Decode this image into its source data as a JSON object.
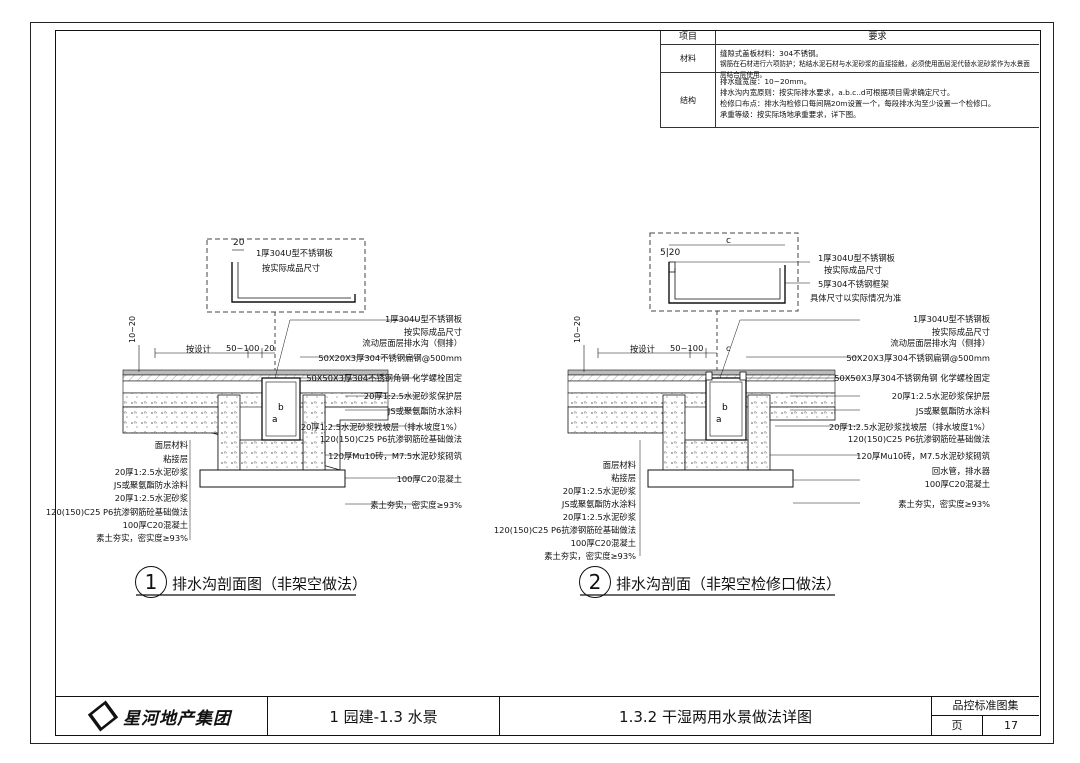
{
  "spec_table": {
    "col_item": "项目",
    "col_req": "要求",
    "rows": [
      {
        "item": "材料",
        "lines": [
          "缝隙式盖板材料：304不锈钢。",
          "钢筋在石材进行六项防护；粘结水泥石材与水泥砂浆的直接接触，必须使用面层泥代替水泥砂浆作为水景面层结合层使用。"
        ]
      },
      {
        "item": "结构",
        "lines": [
          "排水缝宽度：10~20mm。",
          "排水沟内宽原则：按实际排水要求，a.b.c..d可根据项目需求确定尺寸。",
          "检修口布点：排水沟检修口每间隔20m设置一个，每段排水沟至少设置一个检修口。",
          "承重等级：按实际场地承重要求，详下图。"
        ]
      }
    ]
  },
  "detail1": {
    "top_labels": [
      "1厚304U型不锈钢板",
      "按实际成品尺寸"
    ],
    "dims": {
      "d20": "20",
      "d10_20": "10~20",
      "d_design": "按设计",
      "d50_100": "50~100",
      "d20b": "20"
    },
    "right_labels": [
      "1厚304U型不锈钢板",
      "按实际成品尺寸",
      "流动层面层排水沟（侧排）",
      "50X20X3厚304不锈钢扁钢@500mm",
      "50X50X3厚304不锈钢角钢 化学螺栓固定",
      "20厚1:2.5水泥砂浆保护层",
      "JS或聚氨酯防水涂料",
      "20厚1:2.5水泥砂浆找坡层（排水坡度1%）",
      "120(150)C25 P6抗渗钢筋砼基础做法",
      "120厚Mu10砖，M7.5水泥砂浆砌筑",
      "100厚C20混凝土",
      "素土夯实，密实度≥93%"
    ],
    "left_labels": [
      "面层材料",
      "粘接层",
      "20厚1:2.5水泥砂浆",
      "JS或聚氨酯防水涂料",
      "20厚1:2.5水泥砂浆",
      "120(150)C25 P6抗渗钢筋砼基础做法",
      "100厚C20混凝土",
      "素土夯实，密实度≥93%"
    ],
    "caption_num": "1",
    "caption": "排水沟剖面图（非架空做法）"
  },
  "detail2": {
    "top_labels": [
      "1厚304U型不锈钢板",
      "按实际成品尺寸",
      "5厚304不锈钢框架",
      "具体尺寸以实际情况为准"
    ],
    "dims": {
      "d5_20": "5|20",
      "dc": "c",
      "d10_20": "10~20",
      "d_design": "按设计",
      "d50_100": "50~100",
      "dc2": "c"
    },
    "right_labels": [
      "1厚304U型不锈钢板",
      "按实际成品尺寸",
      "流动层面层排水沟（侧排）",
      "50X20X3厚304不锈钢扁钢@500mm",
      "50X50X3厚304不锈钢角钢 化学螺栓固定",
      "20厚1:2.5水泥砂浆保护层",
      "JS或聚氨酯防水涂料",
      "20厚1:2.5水泥砂浆找坡层（排水坡度1%）",
      "120(150)C25 P6抗渗钢筋砼基础做法",
      "120厚Mu10砖，M7.5水泥砂浆砌筑",
      "回水管，排水器",
      "100厚C20混凝土",
      "素土夯实，密实度≥93%"
    ],
    "left_labels": [
      "面层材料",
      "粘接层",
      "20厚1:2.5水泥砂浆",
      "JS或聚氨酯防水涂料",
      "20厚1:2.5水泥砂浆",
      "120(150)C25 P6抗渗钢筋砼基础做法",
      "100厚C20混凝土",
      "素土夯实，密实度≥93%"
    ],
    "caption_num": "2",
    "caption": "排水沟剖面（非架空检修口做法）"
  },
  "title_block": {
    "logo": "星河地产集团",
    "section": "1 园建-1.3 水景",
    "title": "1.3.2 干湿两用水景做法详图",
    "series": "品控标准图集",
    "page_label": "页",
    "page_number": "17"
  }
}
